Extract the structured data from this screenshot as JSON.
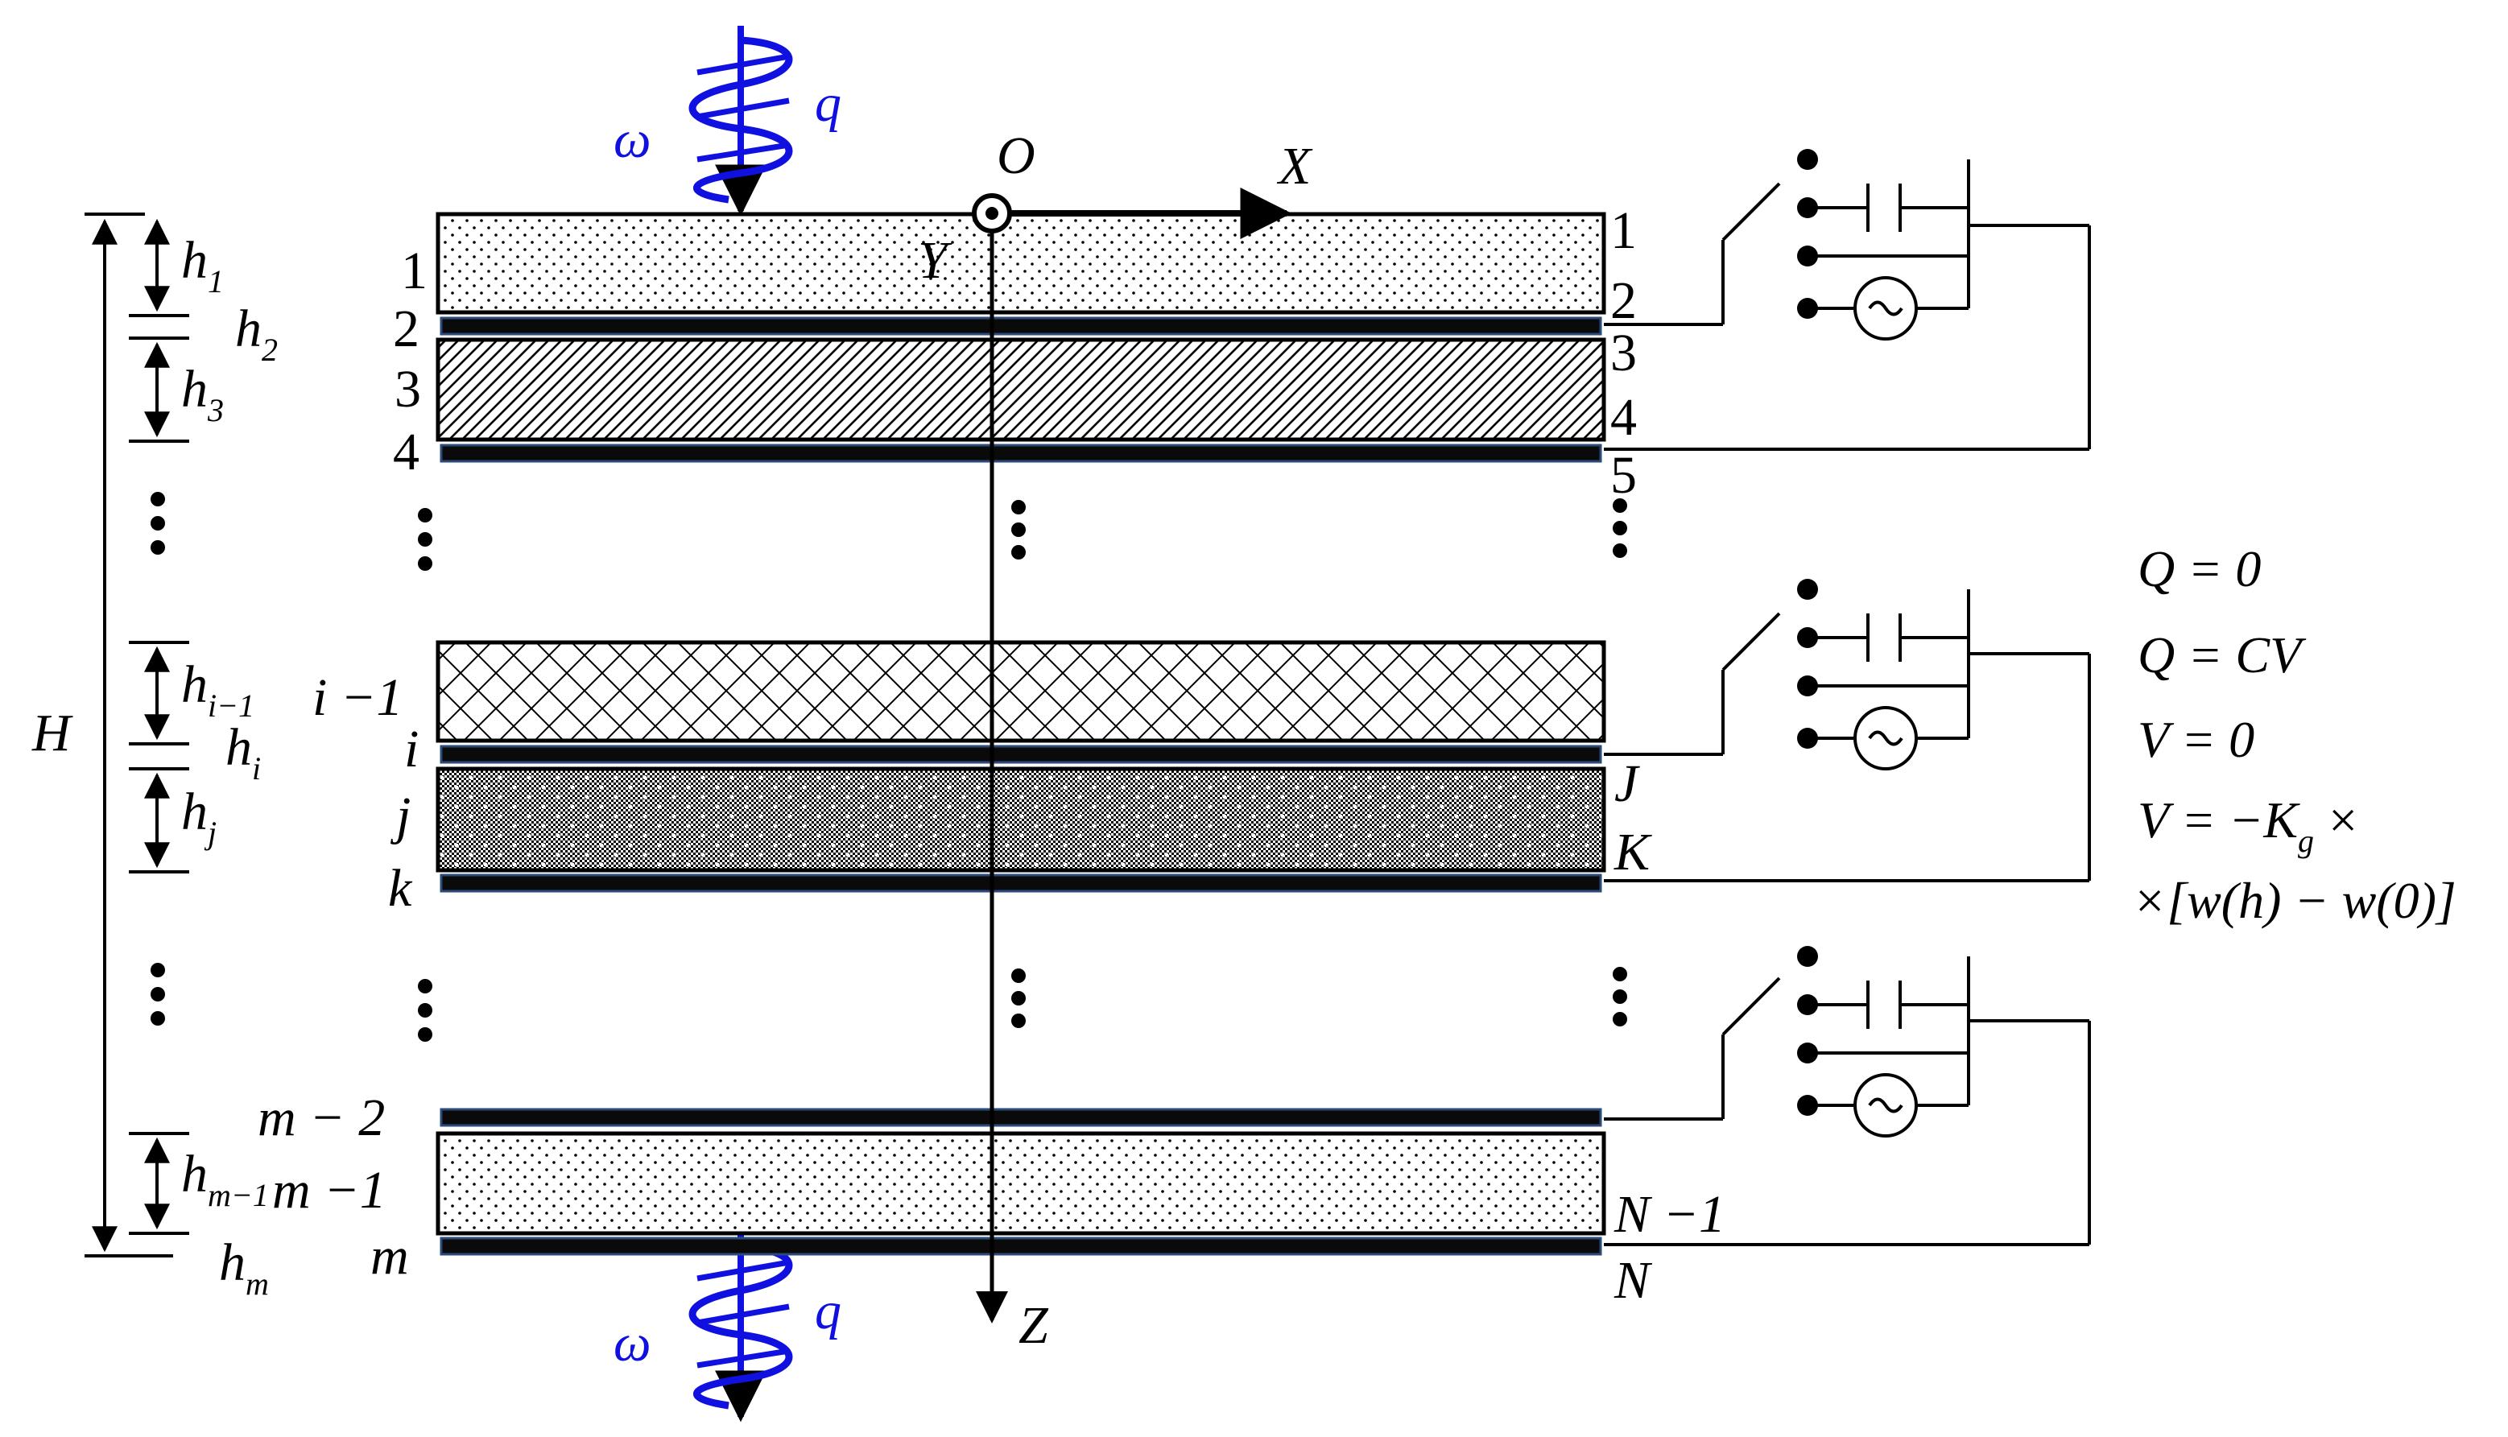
{
  "waves": {
    "omega": "ω",
    "q": "q"
  },
  "axes": {
    "origin": "O",
    "x": "X",
    "y": "Y",
    "z": "Z"
  },
  "thickness": {
    "total": "H",
    "h1_base": "h",
    "h1_sub": "1",
    "h2_base": "h",
    "h2_sub": "2",
    "h3_base": "h",
    "h3_sub": "3",
    "him1_base": "h",
    "him1_sub": "i−1",
    "hi_base": "h",
    "hi_sub": "i",
    "hj_base": "h",
    "hj_sub": "j",
    "hmm1_base": "h",
    "hmm1_sub": "m−1",
    "hm_base": "h",
    "hm_sub": "m"
  },
  "left_labels": {
    "l1": "1",
    "l2": "2",
    "l3": "3",
    "l4": "4",
    "im1": "i −1",
    "i": "i",
    "j": "j",
    "k": "k",
    "mm2": "m − 2",
    "mm1": "m −1",
    "m": "m"
  },
  "right_labels": {
    "r1": "1",
    "r2": "2",
    "r3": "3",
    "r4": "4",
    "r5": "5",
    "J": "J",
    "K": "K",
    "Nm1": "N −1",
    "N": "N"
  },
  "conditions": {
    "c1": "Q = 0",
    "c2": "Q = CV",
    "c3": "V = 0",
    "c4": "V = −K",
    "c4_sub": "g",
    "c4_tail": "×",
    "c5": "×[w(h) − w(0)]"
  },
  "colors": {
    "wave": "#1010e0",
    "lines": "#000000",
    "electrode": "#0a0a0a",
    "electrode_edge": "#2a4a7a"
  }
}
